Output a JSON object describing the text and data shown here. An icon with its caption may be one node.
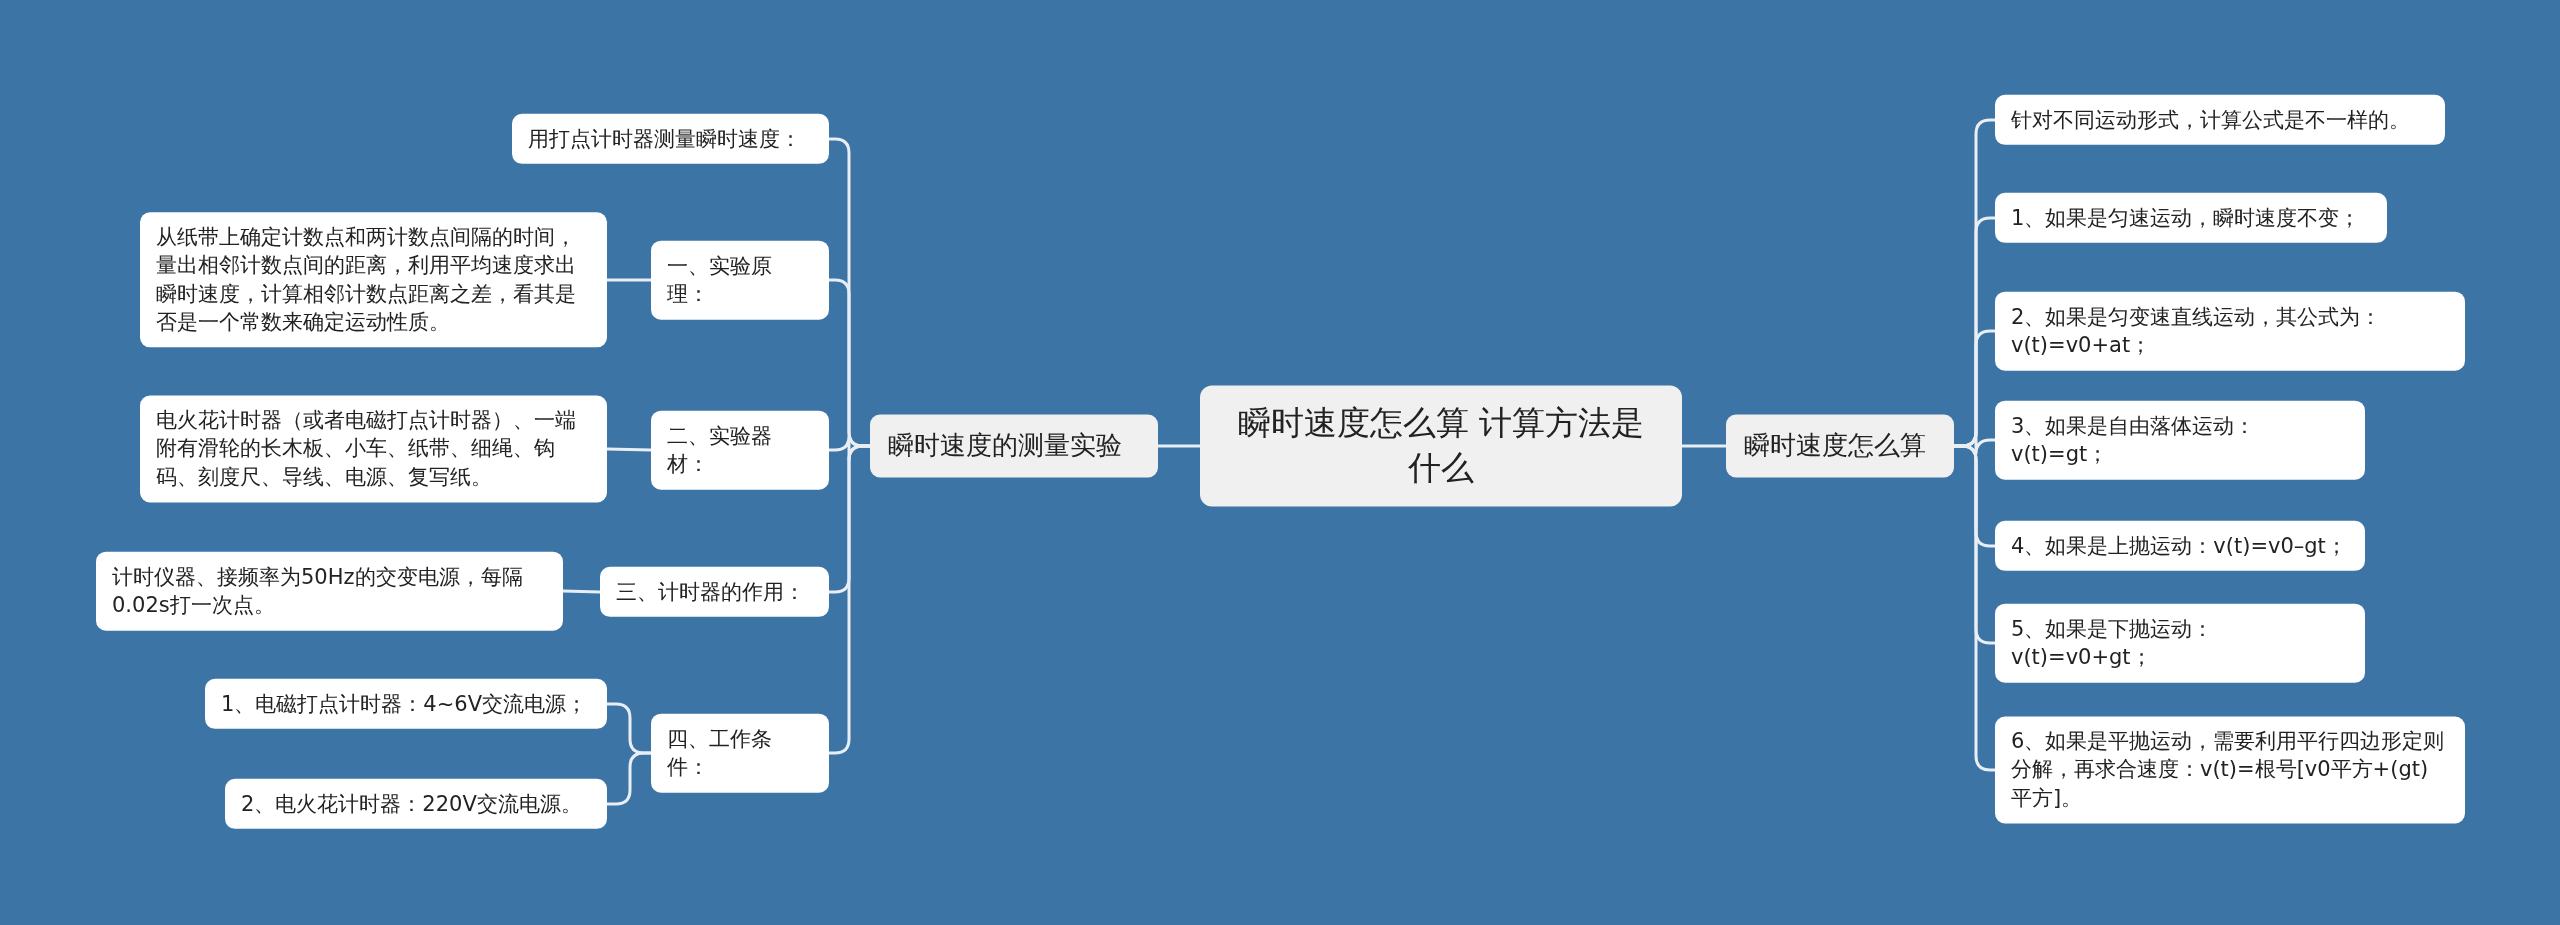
{
  "diagram": {
    "nodes": [
      {
        "text": [
          "瞬时速度怎么算 计算方法是什么"
        ]
      },
      {
        "text": [
          "瞬时速度的测量实验"
        ]
      },
      {
        "text": [
          "用打点计时器测量瞬时速度："
        ]
      },
      {
        "text": [
          "一、实验原理："
        ]
      },
      {
        "text": [
          "从纸带上确定计数点和两计数点间隔的时间，量出相邻计数点间的距离，利用平均速度求出瞬时速度，计算相邻计数点距离之差，看其是否是一个常数来确定运动性质。"
        ]
      },
      {
        "text": [
          "二、实验器材："
        ]
      },
      {
        "text": [
          "电火花计时器（或者电磁打点计时器）、一端附有滑轮的长木板、小车、纸带、细绳、钩码、刻度尺、导线、电源、复写纸。"
        ]
      },
      {
        "text": [
          "三、计时器的作用："
        ]
      },
      {
        "text": [
          "计时仪器、接频率为50Hz的交变电源，每隔0.02s打一次点。"
        ]
      },
      {
        "text": [
          "四、工作条件："
        ]
      },
      {
        "text": [
          "1、电磁打点计时器：4~6V交流电源；"
        ]
      },
      {
        "text": [
          "2、电火花计时器：220V交流电源。"
        ]
      },
      {
        "text": [
          "瞬时速度怎么算"
        ]
      },
      {
        "text": [
          "针对不同运动形式，计算公式是不一样的。"
        ]
      },
      {
        "text": [
          "1、如果是匀速运动，瞬时速度不变；"
        ]
      },
      {
        "text": [
          "2、如果是匀变速直线运动，其公式为：v(t)=v0+at；"
        ]
      },
      {
        "text": [
          "3、如果是自由落体运动：v(t)=gt；"
        ]
      },
      {
        "text": [
          "4、如果是上抛运动：v(t)=v0–gt；"
        ]
      },
      {
        "text": [
          "5、如果是下抛运动：v(t)=v0+gt；"
        ]
      },
      {
        "text": [
          "6、如果是平抛运动，需要利用平行四边形定则分解，再求合速度：v(t)=根号[v0平方+(gt)平方]。"
        ]
      }
    ],
    "edges": [
      {
        "from": 0,
        "to": 1,
        "arrow": "none"
      },
      {
        "from": 1,
        "to": 2,
        "arrow": "none"
      },
      {
        "from": 1,
        "to": 3,
        "arrow": "none"
      },
      {
        "from": 3,
        "to": 4,
        "arrow": "none"
      },
      {
        "from": 1,
        "to": 5,
        "arrow": "none"
      },
      {
        "from": 5,
        "to": 6,
        "arrow": "none"
      },
      {
        "from": 1,
        "to": 7,
        "arrow": "none"
      },
      {
        "from": 7,
        "to": 8,
        "arrow": "none"
      },
      {
        "from": 1,
        "to": 9,
        "arrow": "none"
      },
      {
        "from": 9,
        "to": 10,
        "arrow": "none"
      },
      {
        "from": 9,
        "to": 11,
        "arrow": "none"
      },
      {
        "from": 0,
        "to": 12,
        "arrow": "none"
      },
      {
        "from": 12,
        "to": 13,
        "arrow": "none"
      },
      {
        "from": 12,
        "to": 14,
        "arrow": "none"
      },
      {
        "from": 12,
        "to": 15,
        "arrow": "none"
      },
      {
        "from": 12,
        "to": 16,
        "arrow": "none"
      },
      {
        "from": 12,
        "to": 17,
        "arrow": "none"
      },
      {
        "from": 12,
        "to": 18,
        "arrow": "none"
      },
      {
        "from": 12,
        "to": 19,
        "arrow": "none"
      }
    ]
  }
}
